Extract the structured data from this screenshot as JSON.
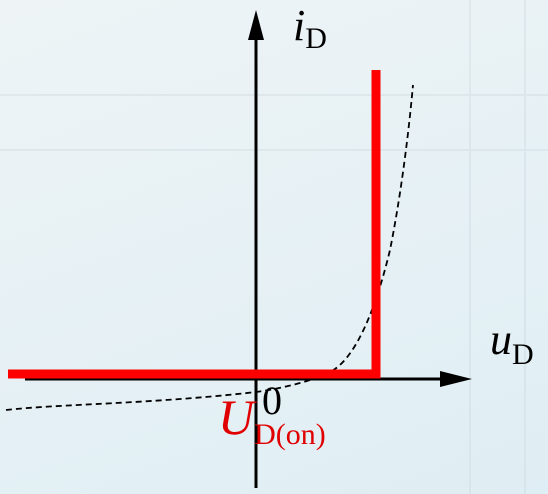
{
  "labels": {
    "y_axis_var": "i",
    "y_axis_sub": "D",
    "x_axis_var": "u",
    "x_axis_sub": "D",
    "origin": "0",
    "threshold_var": "U",
    "threshold_sub": "D(on)"
  },
  "colors": {
    "axes": "#000000",
    "ideal_curve": "#ff0000",
    "real_curve": "#000000",
    "threshold_label": "#e00000"
  }
}
